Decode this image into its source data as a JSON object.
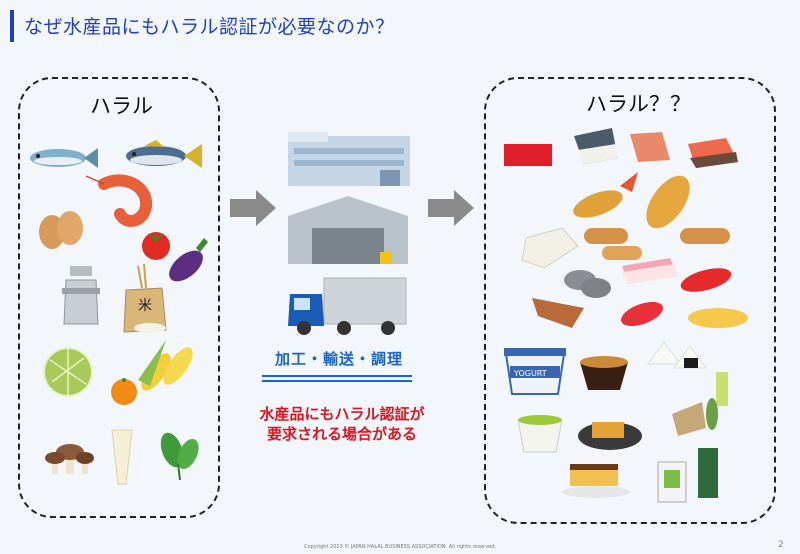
{
  "header": {
    "title": "なぜ水産品にもハラル認証が必要なのか？"
  },
  "left_panel": {
    "title": "ハラル"
  },
  "right_panel": {
    "title": "ハラル？？"
  },
  "center": {
    "process_label": "加工・輸送・調理",
    "note_line1": "水産品にもハラル認証が",
    "note_line2": "要求される場合がある"
  },
  "food_labels": {
    "rice_bag": "米",
    "yogurt": "YOGURT"
  },
  "footer": {
    "copyright": "Copyright 2023 © JAPAN HALAL BUSINESS ASSOCIATION. All rights reserved.",
    "page_number": "2"
  },
  "colors": {
    "accent_blue": "#1f3fbf",
    "process_blue": "#1b66c9",
    "note_red": "#e0141e",
    "arrow_gray": "#8a8a8a"
  }
}
